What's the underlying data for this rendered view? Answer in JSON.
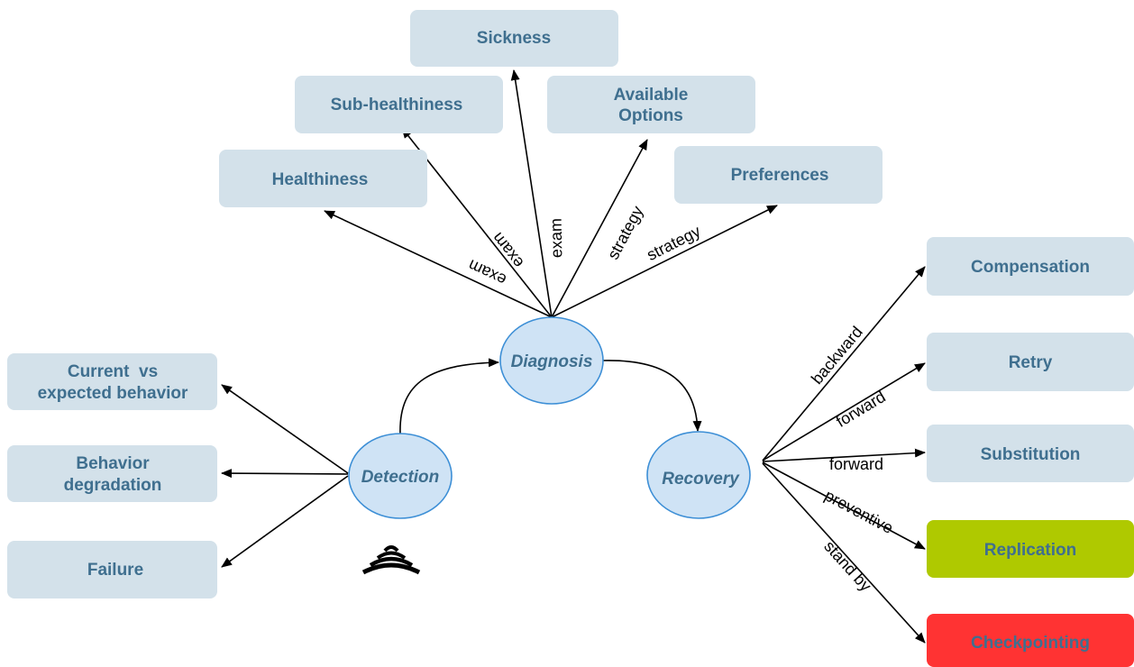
{
  "nodes": {
    "diagnosis": "Diagnosis",
    "detection": "Detection",
    "recovery": "Recovery"
  },
  "diagnosis_outcomes": {
    "sickness": "Sickness",
    "sub_healthiness": "Sub-healthiness",
    "healthiness": "Healthiness",
    "available_options": [
      "Available",
      "Options"
    ],
    "preferences": "Preferences"
  },
  "detection_outcomes": {
    "current_vs_expected": [
      "Current  vs",
      "expected behavior"
    ],
    "behavior_degradation": [
      "Behavior",
      "degradation"
    ],
    "failure": "Failure"
  },
  "recovery_outcomes": {
    "compensation": "Compensation",
    "retry": "Retry",
    "substitution": "Substitution",
    "replication": "Replication",
    "checkpointing": "Checkpointing"
  },
  "edge_labels": {
    "exam_healthiness": "exam",
    "exam_sub_healthiness": "exam",
    "exam_sickness": "exam",
    "strategy_options": "strategy",
    "strategy_preferences": "strategy",
    "backward": "backward",
    "forward_retry": "forward",
    "forward_substitution": "forward",
    "preventive": "preventive",
    "stand_by": "stand by"
  },
  "colors": {
    "box_fill": "#d3e1ea",
    "box_text": "#3f6f8f",
    "node_fill": "#cfe3f5",
    "node_stroke": "#3d8fd6",
    "replication_fill": "#afc900",
    "checkpointing_fill": "#ff3333"
  },
  "icons": {
    "detection_signal": "wireless-signal-icon"
  }
}
